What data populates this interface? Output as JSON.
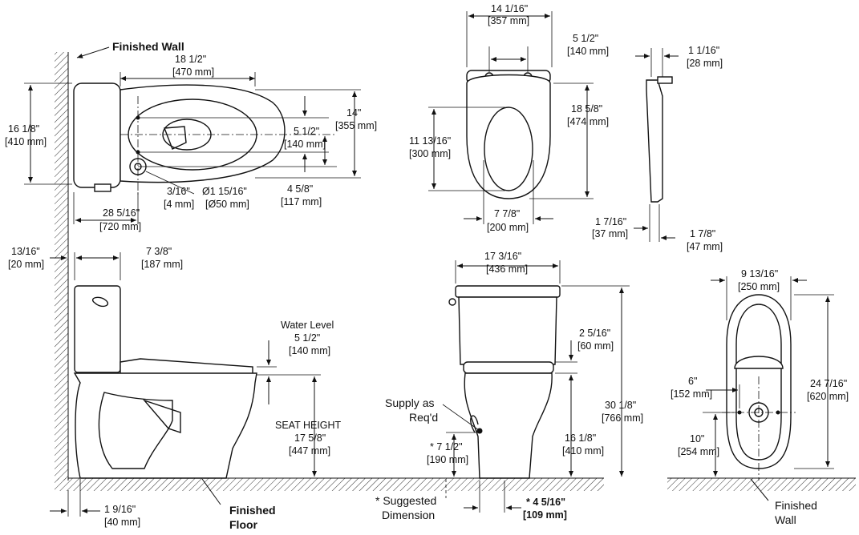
{
  "labels": {
    "finished_wall_top": "Finished Wall",
    "finished_floor_1": "Finished",
    "finished_floor_2": "Floor",
    "finished_wall_br_1": "Finished",
    "finished_wall_br_2": "Wall",
    "water_level": "Water Level",
    "seat_height": "SEAT HEIGHT",
    "supply_1": "Supply as",
    "supply_2": "Req'd",
    "suggested_1": "* Suggested",
    "suggested_2": "Dimension"
  },
  "dimensions": {
    "top_length_in": "18 1/2\"",
    "top_length_mm": "[470 mm]",
    "tank_height_in": "16 1/8\"",
    "tank_height_mm": "[410 mm]",
    "bowl_width_in": "14\"",
    "bowl_width_mm": "[355 mm]",
    "bolt_spacing_in": "5 1/2\"",
    "bolt_spacing_mm": "[140 mm]",
    "outlet_offset_in": "4 5/8\"",
    "outlet_offset_mm": "[117 mm]",
    "small_in": "3/16\"",
    "small_mm": "[4 mm]",
    "outlet_dia_in": "Ø1 15/16\"",
    "outlet_dia_mm": "[Ø50 mm]",
    "rough_in_in": "28 5/16\"",
    "rough_in_mm": "[720 mm]",
    "seat_width_in": "14 1/16\"",
    "seat_width_mm": "[357 mm]",
    "hinge_in": "5 1/2\"",
    "hinge_mm": "[140 mm]",
    "seat_length_in": "18 5/8\"",
    "seat_length_mm": "[474 mm]",
    "opening_in": "11 13/16\"",
    "opening_mm": "[300 mm]",
    "seat_base_in": "7 7/8\"",
    "seat_base_mm": "[200 mm]",
    "side_top_in": "1 1/16\"",
    "side_top_mm": "[28 mm]",
    "side_a_in": "1 7/16\"",
    "side_a_mm": "[37 mm]",
    "side_b_in": "1 7/8\"",
    "side_b_mm": "[47 mm]",
    "wall_gap_in": "13/16\"",
    "wall_gap_mm": "[20 mm]",
    "tank_depth_in": "7 3/8\"",
    "tank_depth_mm": "[187 mm]",
    "water_in": "5 1/2\"",
    "water_mm": "[140 mm]",
    "seat_height_in": "17 5/8\"",
    "seat_height_mm": "[447 mm]",
    "floor_gap_in": "1 9/16\"",
    "floor_gap_mm": "[40 mm]",
    "front_width_in": "17 3/16\"",
    "front_width_mm": "[436 mm]",
    "lid_in": "2 5/16\"",
    "lid_mm": "[60 mm]",
    "total_height_in": "30 1/8\"",
    "total_height_mm": "[766 mm]",
    "rim_height_in": "16 1/8\"",
    "rim_height_mm": "[410 mm]",
    "supply_height_in": "* 7 1/2\"",
    "supply_height_mm": "[190 mm]",
    "supply_offset_in": "* 4 5/16\"",
    "supply_offset_mm": "[109 mm]",
    "base_width_in": "9 13/16\"",
    "base_width_mm": "[250 mm]",
    "base_length_in": "24 7/16\"",
    "base_length_mm": "[620 mm]",
    "flange_w_in": "6\"",
    "flange_w_mm": "[152 mm]",
    "flange_d_in": "10\"",
    "flange_d_mm": "[254 mm]"
  }
}
